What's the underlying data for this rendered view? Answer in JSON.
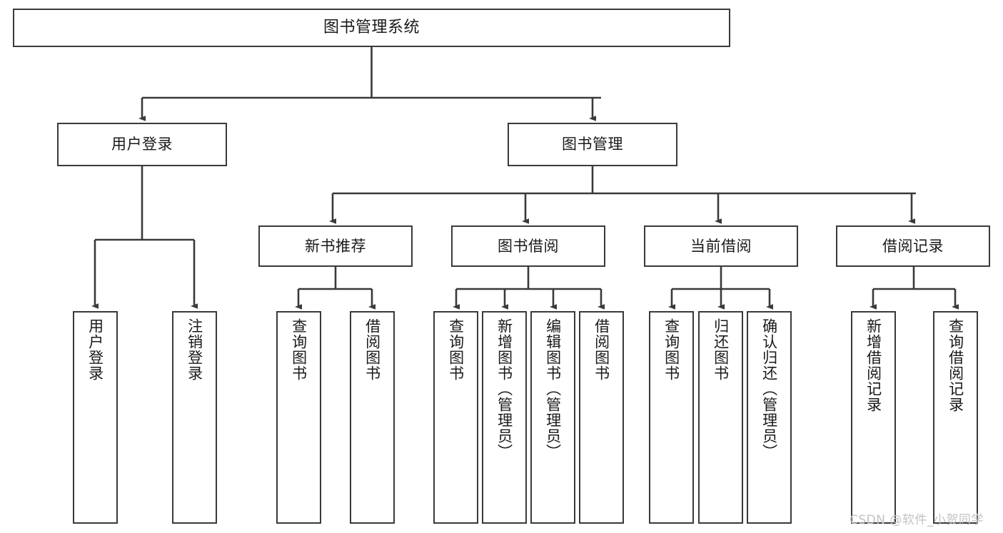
{
  "diagram": {
    "title": "图书管理系统",
    "type": "functional-structure-tree",
    "watermark": "CSDN @软件_小贺同学",
    "colors": {
      "box_border": "#3a3a3a",
      "box_fill": "#ffffff",
      "connector": "#3a3a3a",
      "text": "#1a1a1a",
      "watermark": "#c2c2c2",
      "background": "#ffffff"
    },
    "root": {
      "label": "图书管理系统"
    },
    "level2": [
      {
        "label": "用户登录"
      },
      {
        "label": "图书管理"
      }
    ],
    "level3": [
      {
        "label": "新书推荐"
      },
      {
        "label": "图书借阅"
      },
      {
        "label": "当前借阅"
      },
      {
        "label": "借阅记录"
      }
    ],
    "leaves": {
      "user_login": [
        {
          "label": "用户登录"
        },
        {
          "label": "注销登录"
        }
      ],
      "new_book": [
        {
          "label": "查询图书"
        },
        {
          "label": "借阅图书"
        }
      ],
      "book_borrow": [
        {
          "label": "查询图书"
        },
        {
          "label": "新增图书（管理员）"
        },
        {
          "label": "编辑图书（管理员）"
        },
        {
          "label": "借阅图书"
        }
      ],
      "current_borrow": [
        {
          "label": "查询图书"
        },
        {
          "label": "归还图书"
        },
        {
          "label": "确认归还（管理员）"
        }
      ],
      "borrow_record": [
        {
          "label": "新增借阅记录"
        },
        {
          "label": "查询借阅记录"
        }
      ]
    }
  }
}
